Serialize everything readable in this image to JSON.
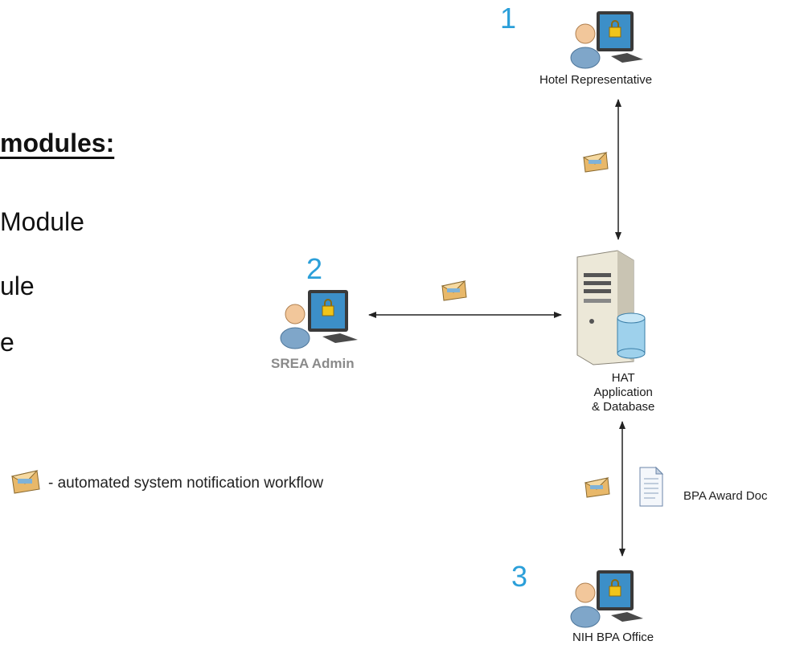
{
  "left_panel": {
    "heading": "modules:",
    "items": [
      "Module",
      "ule",
      "e"
    ]
  },
  "nodes": {
    "hotel": {
      "number": "1",
      "label": "Hotel Representative"
    },
    "srea": {
      "number": "2",
      "label": "SREA Admin"
    },
    "nih": {
      "number": "3",
      "label": "NIH BPA Office"
    },
    "server": {
      "label_lines": [
        "HAT",
        "Application",
        "& Database"
      ]
    }
  },
  "document": {
    "label": "BPA Award Doc"
  },
  "legend": {
    "text": "- automated system notification workflow"
  },
  "colors": {
    "step_number": "#2b9fd9",
    "envelope_fill": "#e8b86a",
    "envelope_edge": "#8a6a30",
    "screen": "#3c8fc8",
    "monitor_frame": "#3a3a3a",
    "person_head": "#f2c79b",
    "person_body": "#7fa6c9",
    "lock": "#f0c419",
    "server_body": "#ece8d8",
    "database": "#9ed1ec"
  },
  "icons": [
    "user-computer-icon",
    "envelope-icon",
    "server-icon",
    "database-icon",
    "document-icon"
  ]
}
